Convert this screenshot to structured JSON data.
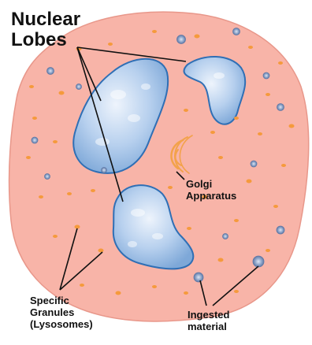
{
  "labels": {
    "nuclear_lobes": "Nuclear\nLobes",
    "golgi": "Golgi\nApparatus",
    "granules": "Specific\nGranules\n(Lysosomes)",
    "ingested": "Ingested\nmaterial"
  },
  "colors": {
    "cytoplasm": "#f8b4a8",
    "cytoplasm_edge": "#e8978a",
    "nucleus_fill": "#a9c7e8",
    "nucleus_edge": "#2f6fb5",
    "granule": "#f59a3c",
    "vesicle": "#7d96be",
    "golgi": "#f3a24a"
  }
}
